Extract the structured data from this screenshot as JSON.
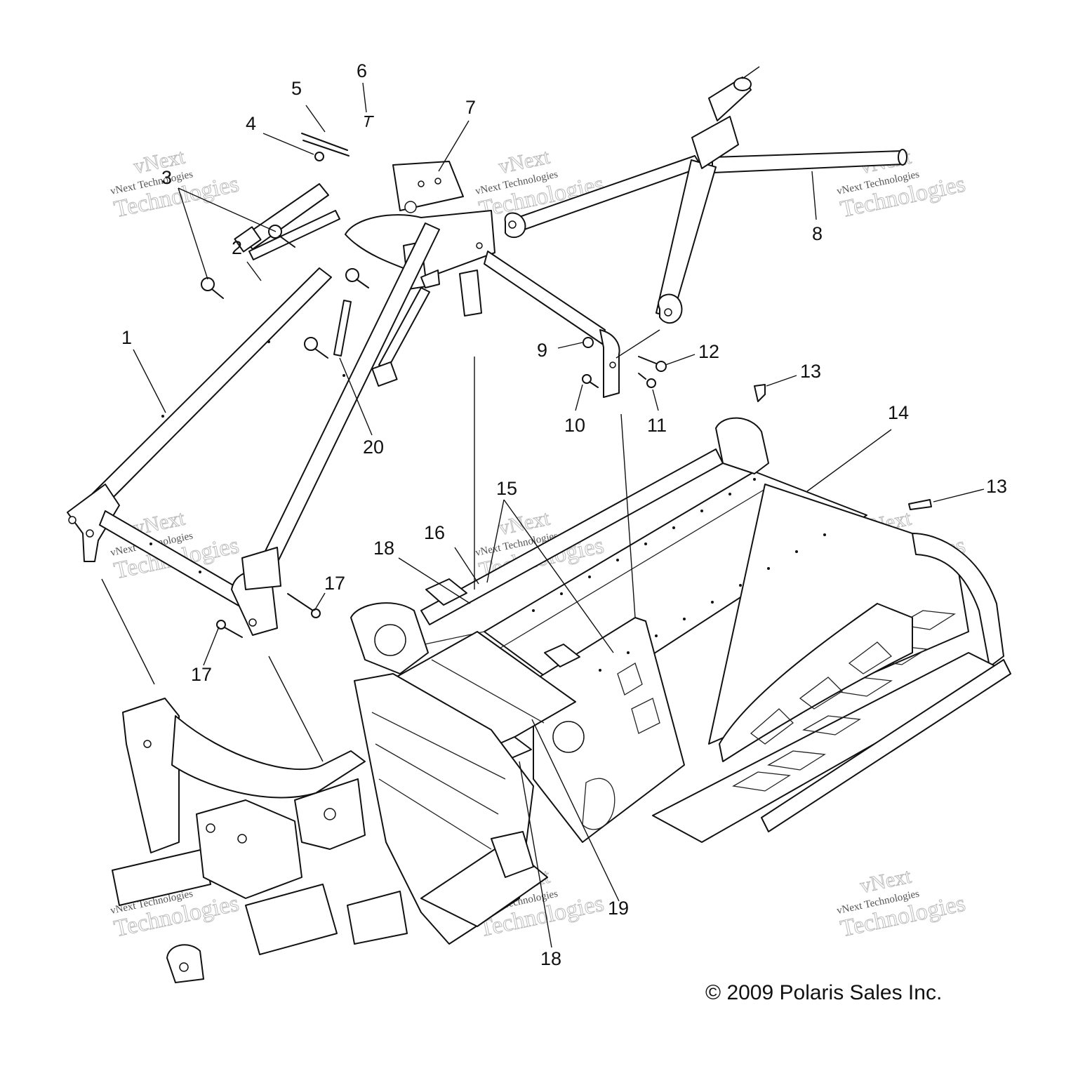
{
  "callouts": [
    {
      "id": "c1",
      "label": "1"
    },
    {
      "id": "c2",
      "label": "2"
    },
    {
      "id": "c3",
      "label": "3"
    },
    {
      "id": "c4",
      "label": "4"
    },
    {
      "id": "c5",
      "label": "5"
    },
    {
      "id": "c6",
      "label": "6"
    },
    {
      "id": "c7",
      "label": "7"
    },
    {
      "id": "c8",
      "label": "8"
    },
    {
      "id": "c9",
      "label": "9"
    },
    {
      "id": "c10",
      "label": "10"
    },
    {
      "id": "c11",
      "label": "11"
    },
    {
      "id": "c12",
      "label": "12"
    },
    {
      "id": "c13a",
      "label": "13"
    },
    {
      "id": "c13b",
      "label": "13"
    },
    {
      "id": "c14",
      "label": "14"
    },
    {
      "id": "c15",
      "label": "15"
    },
    {
      "id": "c16",
      "label": "16"
    },
    {
      "id": "c17a",
      "label": "17"
    },
    {
      "id": "c17b",
      "label": "17"
    },
    {
      "id": "c18a",
      "label": "18"
    },
    {
      "id": "c18b",
      "label": "18"
    },
    {
      "id": "c19",
      "label": "19"
    },
    {
      "id": "c20",
      "label": "20"
    }
  ],
  "watermark": {
    "line1": "vNext",
    "line2": "Technologies",
    "small": "vNext Technologies"
  },
  "copyright": "© 2009 Polaris Sales Inc."
}
